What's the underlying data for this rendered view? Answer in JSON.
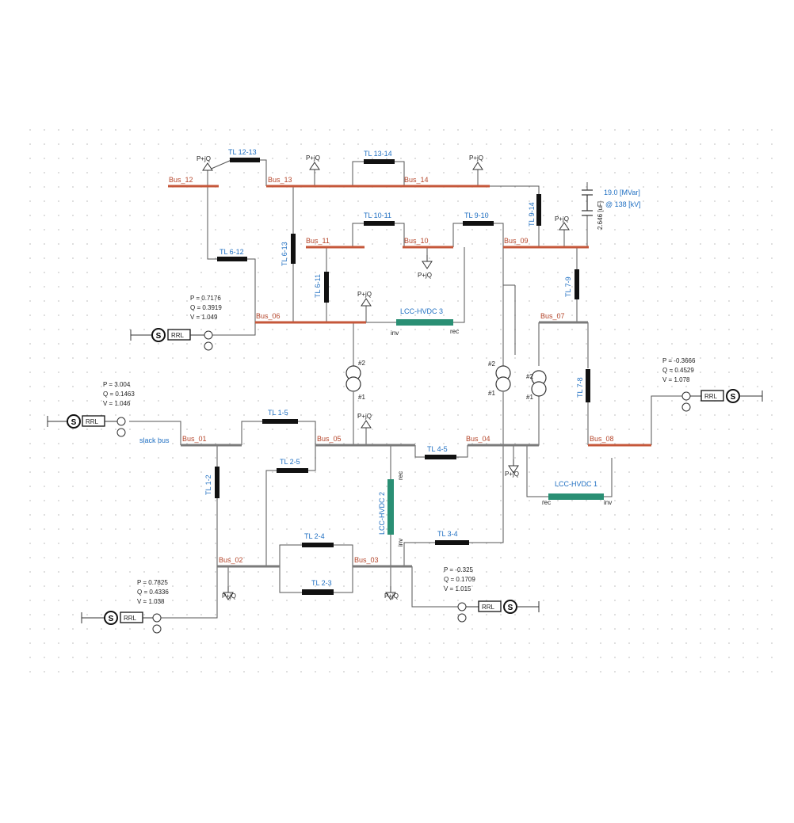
{
  "colors": {
    "bus_hv": "#c5573a",
    "bus_lv": "#7a7a7a",
    "line_body": "#111111",
    "hvdc_body": "#2a8f74",
    "label_blue": "#1f6fc2",
    "label_bus": "#b5452a",
    "grid_dot": "#c8c8c8"
  },
  "buses": {
    "b12": "Bus_12",
    "b13": "Bus_13",
    "b14": "Bus_14",
    "b11": "Bus_11",
    "b10": "Bus_10",
    "b09": "Bus_09",
    "b06": "Bus_06",
    "b07": "Bus_07",
    "b01": "Bus_01",
    "b05": "Bus_05",
    "b04": "Bus_04",
    "b08": "Bus_08",
    "b02": "Bus_02",
    "b03": "Bus_03",
    "slack": "slack bus"
  },
  "lines": {
    "l1213": "TL 12-13",
    "l1314": "TL 13-14",
    "l1011": "TL 10-11",
    "l910": "TL 9-10",
    "l914": "TL 9-14",
    "l612": "TL 6-12",
    "l613": "TL 6-13",
    "l611": "TL 6-11",
    "l79": "TL 7-9",
    "l78": "TL 7-8",
    "l15": "TL 1-5",
    "l25": "TL 2-5",
    "l12": "TL 1-2",
    "l45": "TL 4-5",
    "l24": "TL 2-4",
    "l34": "TL 3-4",
    "l23": "TL 2-3"
  },
  "hvdc": {
    "h3": {
      "name": "LCC-HVDC 3",
      "inv": "inv",
      "rec": "rec"
    },
    "h2": {
      "name": "LCC-HVDC 2",
      "inv": "inv",
      "rec": "rec"
    },
    "h1": {
      "name": "LCC-HVDC 1",
      "inv": "inv",
      "rec": "rec"
    }
  },
  "loads": {
    "label": "P+jQ"
  },
  "transformers": {
    "w2": "#2",
    "w1": "#1"
  },
  "capacitor": {
    "value": "2.646 [uF]",
    "q": "19.0 [MVar]",
    "v": "@ 138 [kV]"
  },
  "sources": {
    "rrl": "RRL",
    "g6": {
      "p": "P = 0.7176",
      "q": "Q = 0.3919",
      "v": "V = 1.049"
    },
    "g1": {
      "p": "P = 3.004",
      "q": "Q = 0.1463",
      "v": "V = 1.046"
    },
    "g8": {
      "p": "P = -0.3666",
      "q": "Q = 0.4529",
      "v": "V = 1.078"
    },
    "g2": {
      "p": "P = 0.7825",
      "q": "Q = 0.4336",
      "v": "V = 1.038"
    },
    "g3": {
      "p": "P = -0.325",
      "q": "Q = 0.1709",
      "v": "V = 1.015"
    }
  }
}
